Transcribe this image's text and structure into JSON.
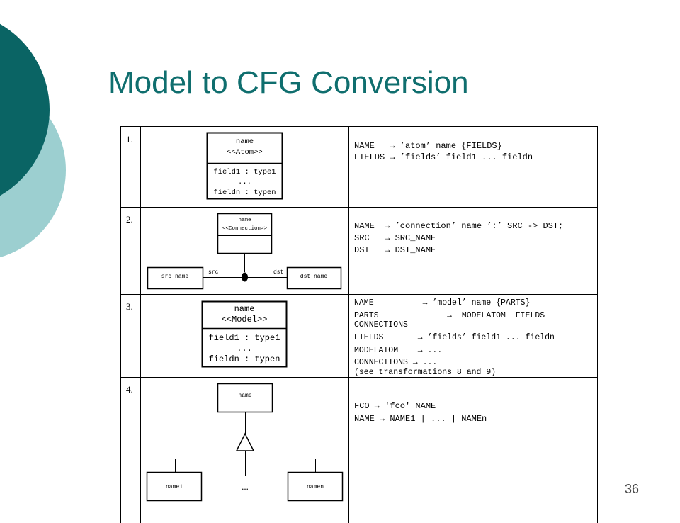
{
  "slide": {
    "title": "Model to CFG Conversion",
    "page_number": "36"
  },
  "colors": {
    "title": "#0f6e6e",
    "circle_dark": "#0a6464",
    "circle_light": "#9ccfd0"
  },
  "rows": [
    {
      "num": "1.",
      "diagram": {
        "name": "name",
        "stereotype": "<<Atom>>",
        "fields": [
          "field1 : type1",
          "...",
          "fieldn : typen"
        ]
      },
      "rules": [
        "NAME   → ’atom’ name {FIELDS}",
        "FIELDS → ’fields’ field1 ... fieldn"
      ]
    },
    {
      "num": "2.",
      "diagram": {
        "name": "name",
        "stereotype": "<<Connection>>",
        "src_box": "src name",
        "dst_box": "dst name",
        "src_label": "src",
        "dst_label": "dst"
      },
      "rules": [
        "NAME  → ’connection’ name ’:’ SRC -> DST;",
        "SRC   → SRC_NAME",
        "DST   → DST_NAME"
      ]
    },
    {
      "num": "3.",
      "diagram": {
        "name": "name",
        "stereotype": "<<Model>>",
        "fields": [
          "field1 : type1",
          "...",
          "fieldn : typen"
        ]
      },
      "rules": [
        "NAME          → ’model’ name {PARTS}",
        "PARTS              →  MODELATOM  FIELDS",
        "CONNECTIONS",
        "FIELDS       → ’fields’ field1 ... fieldn",
        "MODELATOM    → ...",
        "CONNECTIONS → ...",
        "(see transformations 8 and 9)"
      ]
    },
    {
      "num": "4.",
      "diagram": {
        "name": "name",
        "child_left": "name1",
        "child_right": "namen",
        "ellipsis": "..."
      },
      "rules": [
        "FCO → 'fco' NAME",
        "NAME → NAME1 | ... | NAMEn"
      ]
    }
  ]
}
